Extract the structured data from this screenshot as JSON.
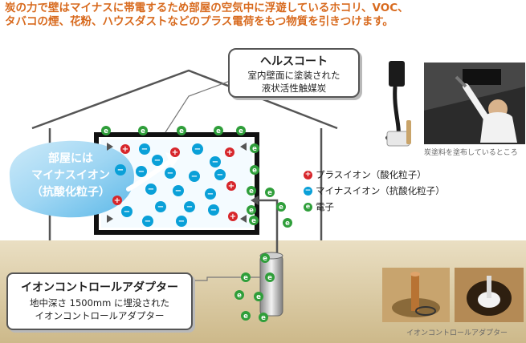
{
  "headline": {
    "line1": "炭の力で壁はマイナスに帯電するため部屋の空気中に浮遊しているホコリ、VOC、",
    "line2": "タバコの煙、花粉、ハウスダストなどのプラス電荷をもつ物質を引きつけます。"
  },
  "health_coat": {
    "title": "ヘルスコート",
    "line1": "室内壁面に塗装された",
    "line2": "液状活性触媒炭"
  },
  "room_ion_bubble": {
    "line1": "部屋には",
    "line2": "マイナスイオン",
    "line3": "（抗酸化粒子）"
  },
  "legend": {
    "plus_label": "プラスイオン（酸化粒子）",
    "minus_label": "マイナスイオン（抗酸化粒子）",
    "electron_label": "電子",
    "plus_symbol": "+",
    "minus_symbol": "−",
    "electron_symbol": "e"
  },
  "adapter": {
    "title": "イオンコントロールアダプター",
    "line1": "地中深さ 1500mm に埋没された",
    "line2": "イオンコントロールアダプター"
  },
  "photos": {
    "paint_caption": "炭塗料を塗布しているところ",
    "adapter_caption": "イオンコントロールアダプター"
  },
  "colors": {
    "headline": "#d86a1e",
    "plus_ion": "#d7262b",
    "minus_ion": "#0aa0d8",
    "electron": "#2f9e3a",
    "ground": "#d9c9a0",
    "bubble": "#5bb8e8"
  }
}
